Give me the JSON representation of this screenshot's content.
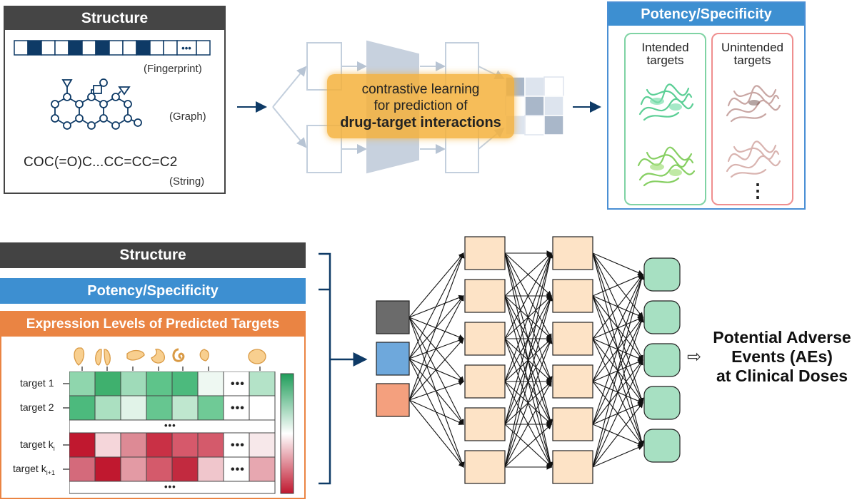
{
  "top_structure": {
    "title": "Structure",
    "fingerprint_label": "(Fingerprint)",
    "fingerprint_dots": "•••",
    "graph_label": "(Graph)",
    "smiles": "COC(=O)C...CC=CC=C2",
    "string_label": "(String)"
  },
  "contrastive": {
    "line1": "contrastive learning",
    "line2": "for prediction of",
    "line3": "drug-target interactions"
  },
  "potency": {
    "title": "Potency/Specificity",
    "intended": "Intended\ntargets",
    "unintended": "Unintended\ntargets",
    "more": "⋮"
  },
  "bottom": {
    "structure_bar": "Structure",
    "potency_bar": "Potency/Specificity",
    "expression_title": "Expression Levels of Predicted Targets",
    "rows": [
      {
        "label_main": "target 1",
        "sub": ""
      },
      {
        "label_main": "target 2",
        "sub": ""
      },
      {
        "label_main": "target k",
        "sub": "i"
      },
      {
        "label_main": "target k",
        "sub": "i+1"
      }
    ],
    "dots": "•••"
  },
  "outcome": {
    "line1": "Potential Adverse",
    "line2": "Events (AEs)",
    "line3": "at Clinical Doses",
    "arrow": "⇨"
  },
  "colors": {
    "dark_gray": "#454545",
    "blue": "#3d8fd1",
    "orange": "#ea8443",
    "navy": "#0e3a66",
    "node_peach": "#fde3c6",
    "node_green": "#a7e0c2"
  }
}
